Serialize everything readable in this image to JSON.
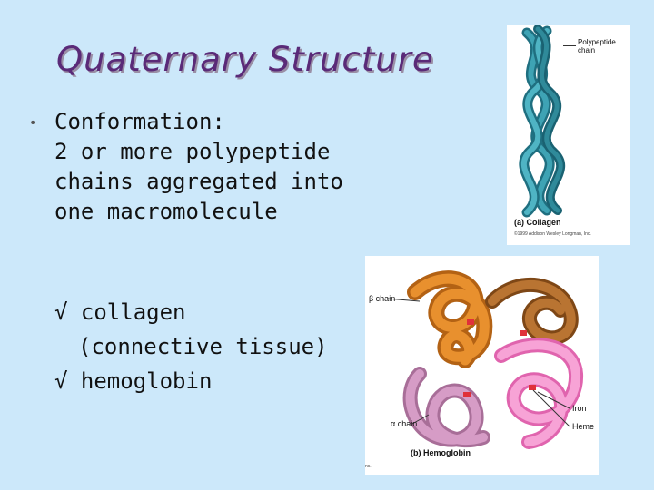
{
  "slide": {
    "title": "Quaternary Structure",
    "bullet_lines": [
      "Conformation:",
      "2 or more polypeptide",
      "chains aggregated into",
      "one macromolecule"
    ],
    "check_items": [
      {
        "lines": [
          "√ collagen",
          "(connective tissue)"
        ]
      },
      {
        "lines": [
          "√ hemoglobin"
        ]
      }
    ]
  },
  "figure_collagen": {
    "label_polypeptide": "Polypeptide\nchain",
    "caption": "(a) Collagen",
    "copyright": "©1999 Addison Wesley Longman, Inc."
  },
  "figure_hemoglobin": {
    "label_beta": "β chain",
    "label_alpha": "α chain",
    "label_iron": "Iron",
    "label_heme": "Heme",
    "caption": "(b) Hemoglobin",
    "copyright_fragment": "nc."
  },
  "colors": {
    "title": "#5a2a78",
    "background": "#cce8fa",
    "collagen": "#2f8a9a",
    "beta_orange": "#e28a2a",
    "beta_brown": "#a6652a",
    "alpha_pink": "#f08ac8",
    "alpha_mauve": "#c98ab8"
  }
}
